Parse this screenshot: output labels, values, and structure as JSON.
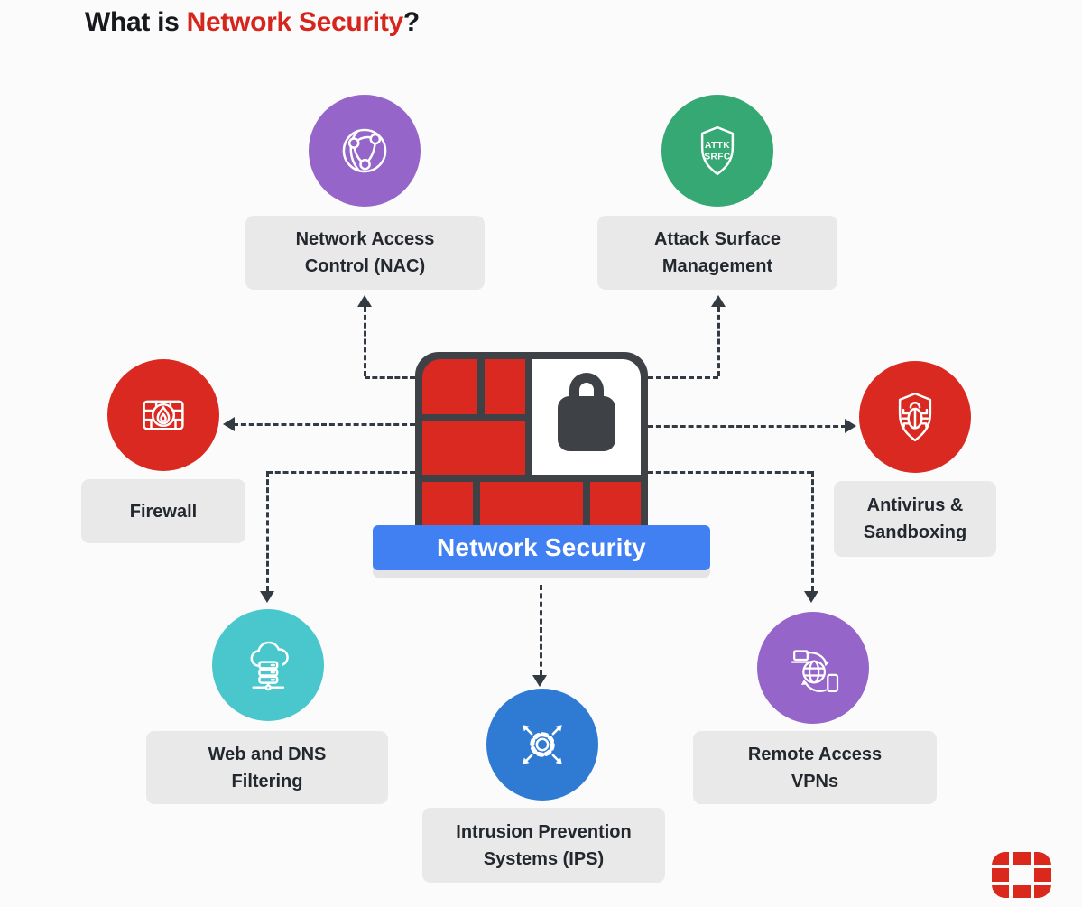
{
  "title": {
    "prefix": "What is ",
    "highlight": "Network Security",
    "suffix": "?"
  },
  "banner": {
    "label": "Network Security"
  },
  "nodes": {
    "nac": {
      "label1": "Network Access",
      "label2": "Control (NAC)"
    },
    "attack_surface": {
      "label1": "Attack Surface",
      "label2": "Management",
      "shield_line1": "ATTK",
      "shield_line2": "SRFC"
    },
    "firewall": {
      "label1": "Firewall"
    },
    "antivirus": {
      "label1": "Antivirus &",
      "label2": "Sandboxing"
    },
    "web_dns": {
      "label1": "Web and DNS",
      "label2": "Filtering"
    },
    "ips": {
      "label1": "Intrusion Prevention",
      "label2": "Systems (IPS)"
    },
    "vpn": {
      "label1": "Remote Access",
      "label2": "VPNs"
    }
  },
  "colors": {
    "purple": "#9565c9",
    "green": "#35a874",
    "red": "#da2921",
    "teal": "#49c7cd",
    "blue": "#2f7bd3",
    "banner_blue": "#4080f2",
    "mortar_dark": "#3e4247",
    "title_red": "#d6251d",
    "label_bg": "#e9e9ea",
    "arrow_dark": "#333a41",
    "logo_red": "#da291c"
  },
  "icons": {
    "nac": "network-globe-icon",
    "attack_surface": "attack-surface-shield-icon",
    "firewall": "firewall-flame-icon",
    "antivirus": "bug-shield-icon",
    "web_dns": "cloud-server-icon",
    "ips": "gear-arrows-icon",
    "vpn": "globe-devices-icon",
    "center": "firewall-lock-graphic",
    "logo": "fortinet-logo"
  }
}
